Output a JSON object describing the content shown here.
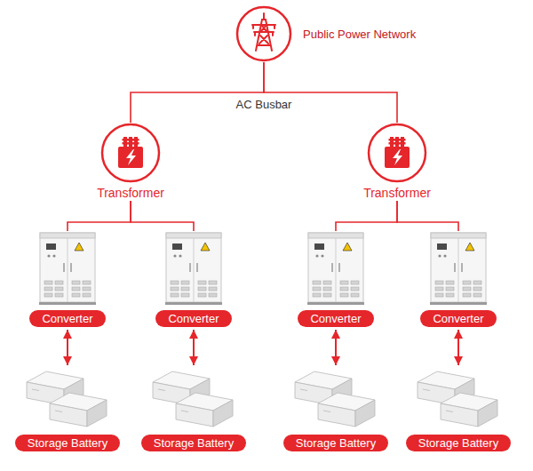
{
  "diagram": {
    "nodes": [
      {
        "text": [
          "Public Power Network"
        ]
      },
      {
        "text": [
          "Transformer"
        ]
      },
      {
        "text": [
          "Transformer"
        ]
      },
      {
        "text": [
          "Converter"
        ]
      },
      {
        "text": [
          "Converter"
        ]
      },
      {
        "text": [
          "Converter"
        ]
      },
      {
        "text": [
          "Converter"
        ]
      },
      {
        "text": [
          "Storage Battery"
        ]
      },
      {
        "text": [
          "Storage Battery"
        ]
      },
      {
        "text": [
          "Storage Battery"
        ]
      },
      {
        "text": [
          "Storage Battery"
        ]
      }
    ],
    "edges": [
      {
        "from": 0,
        "to": 1,
        "arrow": "none"
      },
      {
        "from": 0,
        "to": 2,
        "arrow": "none"
      },
      {
        "from": 1,
        "to": 3,
        "arrow": "none"
      },
      {
        "from": 1,
        "to": 4,
        "arrow": "none"
      },
      {
        "from": 2,
        "to": 5,
        "arrow": "none"
      },
      {
        "from": 2,
        "to": 6,
        "arrow": "none"
      },
      {
        "from": 3,
        "to": 7,
        "arrow": "both"
      },
      {
        "from": 4,
        "to": 8,
        "arrow": "both"
      },
      {
        "from": 5,
        "to": 9,
        "arrow": "both"
      },
      {
        "from": 6,
        "to": 10,
        "arrow": "both"
      }
    ],
    "labels": [
      "AC Busbar"
    ]
  }
}
